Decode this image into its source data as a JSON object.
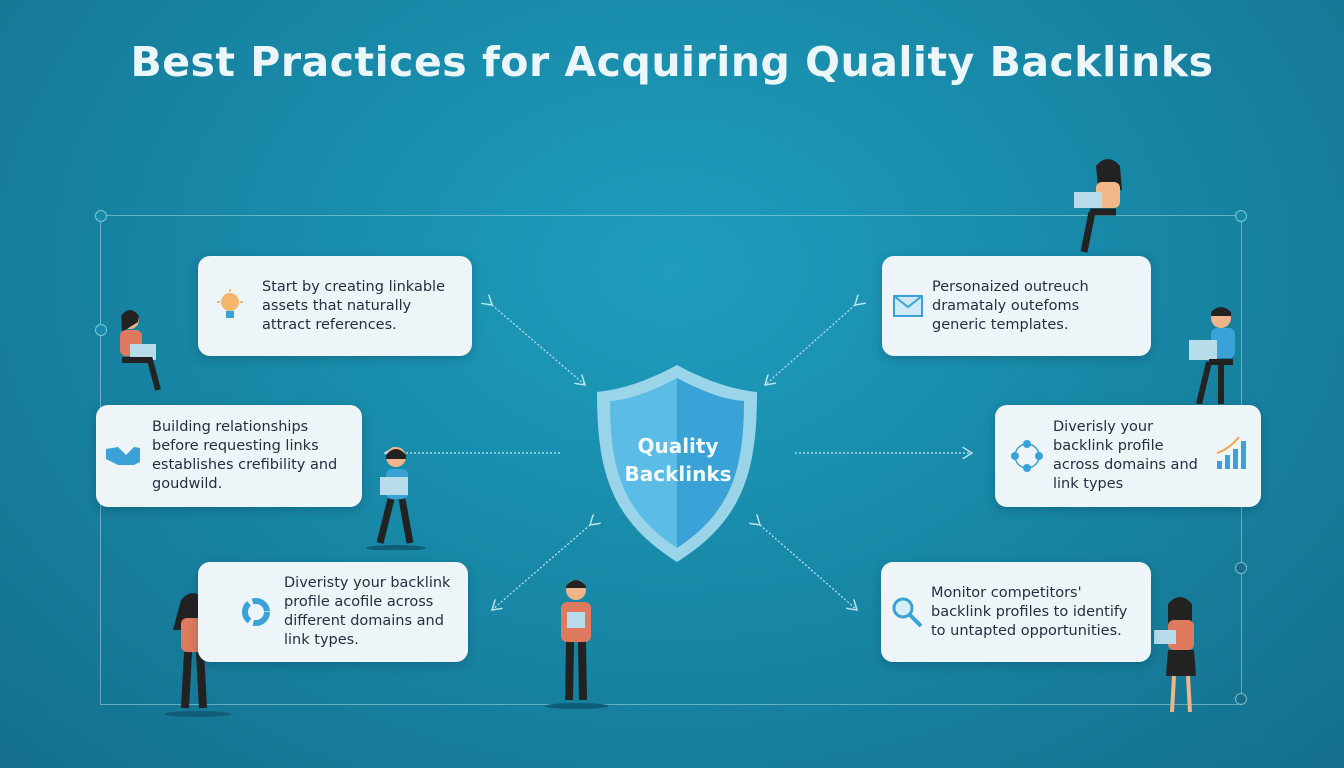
{
  "title": "Best Practices for Acquiring Quality Backlinks",
  "center": {
    "line1": "Quality",
    "line2": "Backlinks"
  },
  "cards": [
    {
      "icon": "lightbulb-icon",
      "text": "Start by creating linkable assets that naturally attract references."
    },
    {
      "icon": "handshake-icon",
      "text": "Building relationships before requesting links establishes crefibility and goudwild."
    },
    {
      "icon": "cycle-icon",
      "text": "Diveristy your backlink profile acofile across different domains and link types."
    },
    {
      "icon": "envelope-icon",
      "text": "Personaized outreuch dramataly outefoms generic templates."
    },
    {
      "icon": "network-icon",
      "text": "Diverisly your backlink profile across domains and link types"
    },
    {
      "icon": "magnifier-icon",
      "text": "Monitor competitors' backlink profiles to identify to untapted opportunities."
    }
  ],
  "colors": {
    "accent": "#2a9fd6",
    "shirt": "#e07a5f",
    "card": "#eef5f8"
  }
}
